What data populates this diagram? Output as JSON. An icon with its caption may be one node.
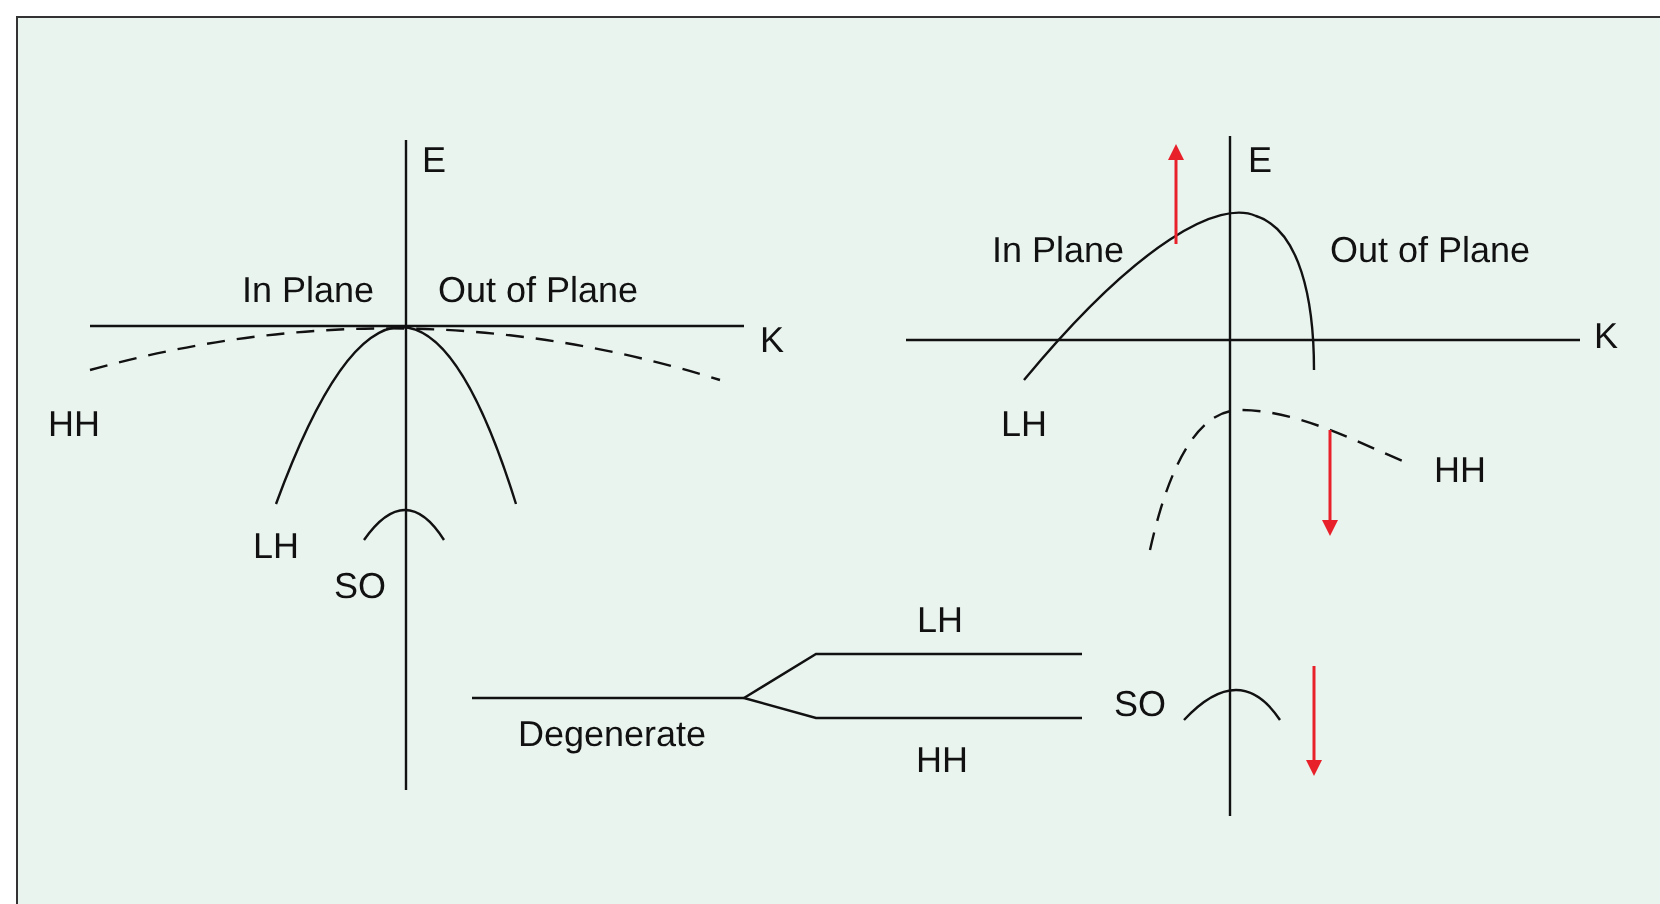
{
  "diagram": {
    "labels": [
      "E",
      "E",
      "In Plane",
      "Out of Plane",
      "In Plane",
      "Out of Plane",
      "K",
      "K",
      "HH",
      "LH",
      "HH",
      "LH",
      "SO",
      "LH",
      "SO",
      "Degenerate",
      "HH"
    ]
  }
}
